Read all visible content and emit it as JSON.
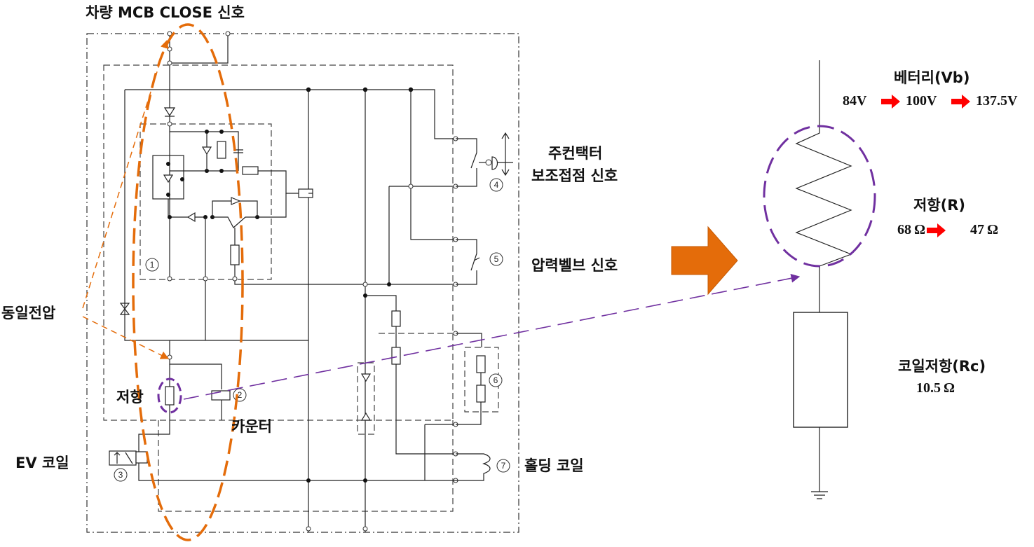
{
  "labels": {
    "mcb_close_signal": "차량 MCB CLOSE 신호",
    "same_voltage": "동일전압",
    "resistor": "저항",
    "counter": "카운터",
    "ev_coil": "EV 코일",
    "main_contactor_aux": "주컨택터",
    "main_contactor_aux_2": "보조접점 신호",
    "pressure_valve": "압력벨브 신호",
    "holding_coil": "홀딩 코일"
  },
  "battery": {
    "title": "베터리(Vb)",
    "v1": "84V",
    "v2": "100V",
    "v3": "137.5V"
  },
  "resistance": {
    "title": "저항(R)",
    "r1": "68",
    "r2": "47",
    "unit": "Ω"
  },
  "coil": {
    "title": "코일저항(Rc)",
    "value": "10.5",
    "unit": "Ω"
  },
  "markers": [
    "1",
    "2",
    "3",
    "4",
    "5",
    "6",
    "7"
  ],
  "colors": {
    "highlight_orange": "#E46C0A",
    "highlight_purple": "#7030A0",
    "arrow_red": "#FF0000",
    "big_arrow": "#E46C0A"
  }
}
